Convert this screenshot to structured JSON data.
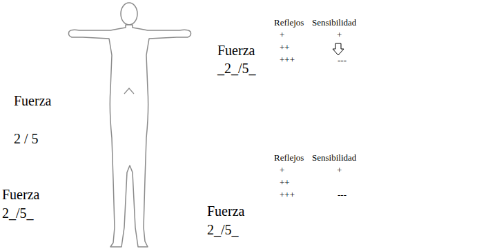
{
  "diagram": {
    "labels": [
      "Reflejos",
      "Sensibilidad",
      "Fuerza",
      "_2_/5_",
      "+",
      "++",
      "+++",
      "+",
      "---",
      "Fuerza",
      "2 / 5",
      "Reflejos",
      "Sensibilidad",
      "+",
      "+",
      "++",
      "+++",
      "---",
      "Fuerza",
      "2_/5_",
      "Fuerza",
      "2_/5_"
    ]
  }
}
